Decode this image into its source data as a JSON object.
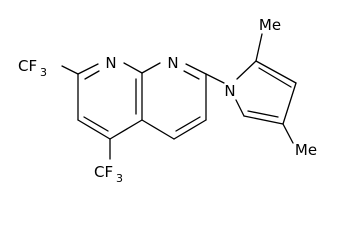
{
  "molecule": {
    "atoms": {
      "n_left": "N",
      "n_right": "N",
      "n_pyrrole": "N",
      "me_top": "Me",
      "me_bottom": "Me",
      "cf3_left": {
        "main": "CF",
        "sub": "3"
      },
      "cf3_bottom": {
        "main": "CF",
        "sub": "3"
      }
    }
  }
}
